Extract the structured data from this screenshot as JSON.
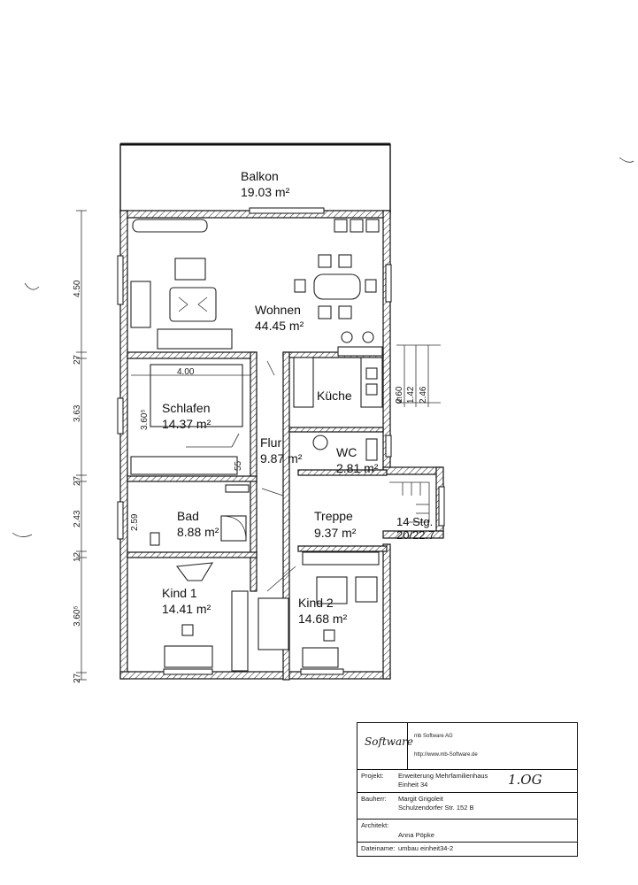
{
  "rooms": {
    "balkon": {
      "name": "Balkon",
      "area": "19.03 m²"
    },
    "wohnen": {
      "name": "Wohnen",
      "area": "44.45 m²"
    },
    "kueche": {
      "name": "Küche"
    },
    "schlafen": {
      "name": "Schlafen",
      "area": "14.37 m²"
    },
    "flur": {
      "name": "Flur",
      "area": "9.87 m²"
    },
    "wc": {
      "name": "WC",
      "area": "2.81 m²"
    },
    "bad": {
      "name": "Bad",
      "area": "8.88 m²"
    },
    "treppe": {
      "name": "Treppe",
      "area": "9.37 m²",
      "steps": "14 Stg.",
      "rise": "20/22.7"
    },
    "kind1": {
      "name": "Kind 1",
      "area": "14.41 m²"
    },
    "kind2": {
      "name": "Kind 2",
      "area": "14.68 m²"
    }
  },
  "dimensions": {
    "left": [
      "4.50",
      "27",
      "3.63",
      "27",
      "2.43",
      "12",
      "3.60⁵",
      "27"
    ],
    "schlafen_width": "4.00",
    "schlafen_height": "3.60⁵",
    "bad_height": "2.59",
    "flur_door": "55",
    "kitchen": [
      "2.60",
      "1.42",
      "2.46"
    ],
    "kitchen_sup": "5"
  },
  "titleblock": {
    "logo": "Software",
    "company": "mb Software AG",
    "url": "http://www.mb-Software.de",
    "projekt_key": "Projekt:",
    "projekt_val1": "Erweiterung Mehrfamilienhaus",
    "projekt_val2": "Einheit 34",
    "note": "1.OG",
    "bauherr_key": "Bauherr:",
    "bauherr_val1": "Margit Grigoleit",
    "bauherr_val2": "Schulzendorfer Str. 152 B",
    "architekt_key": "Architekt:",
    "architekt_val": "Anna Pöpke",
    "datei_key": "Dateiname:",
    "datei_val": "umbau einheit34-2"
  }
}
